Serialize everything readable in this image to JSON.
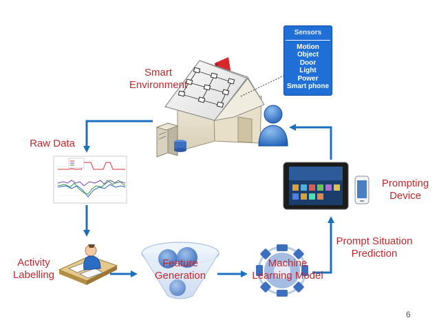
{
  "labels": {
    "smart_env_line1": "Smart",
    "smart_env_line2": "Environment",
    "raw_data": "Raw Data",
    "activity_line1": "Activity",
    "activity_line2": "Labelling",
    "feature_line1": "Feature",
    "feature_line2": "Generation",
    "ml_line1": "Machine",
    "ml_line2": "Learning Model",
    "prompt_line1": "Prompt Situation",
    "prompt_line2": "Prediction",
    "device_line1": "Prompting",
    "device_line2": "Device"
  },
  "sensors": {
    "title": "Sensors",
    "items": [
      "Motion",
      "Object",
      "Door",
      "Light",
      "Power",
      "Smart phone"
    ]
  },
  "page_number": "6",
  "colors": {
    "label": "#c0282d",
    "arrow": "#1a6fbf",
    "sensor_box": "#1f6fd6"
  }
}
